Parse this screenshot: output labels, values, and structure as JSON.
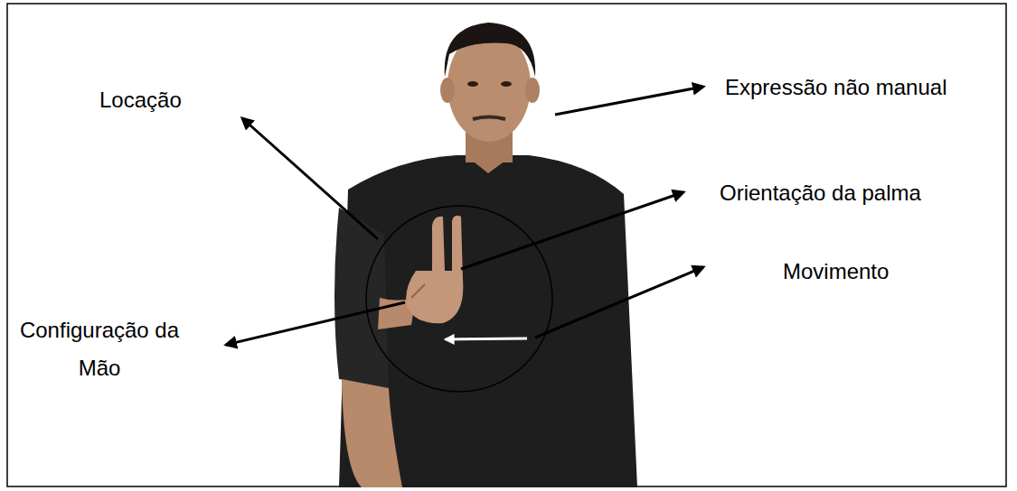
{
  "diagram": {
    "labels": [
      "Locação",
      "Expressão não manual",
      "Orientação da palma",
      "Movimento",
      "Configuração da Mão"
    ]
  }
}
